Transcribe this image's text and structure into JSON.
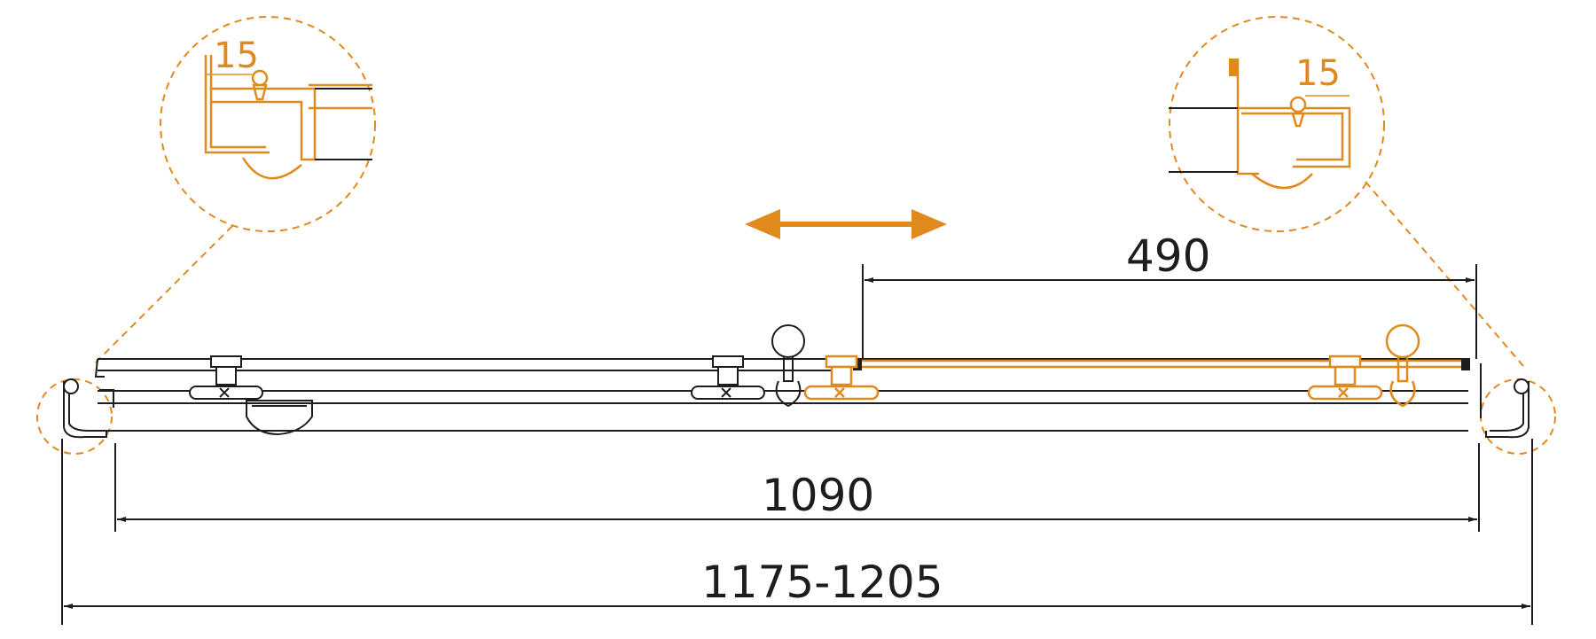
{
  "colors": {
    "accent": "#e08a1e",
    "line": "#1d1d1b",
    "background": "#ffffff"
  },
  "dimensions": {
    "top_opening": "490",
    "inner_width": "1090",
    "overall_range": "1175-1205"
  },
  "details": {
    "left_offset": "15",
    "right_offset": "15"
  },
  "icons": {
    "motion": "double-arrow-icon",
    "knob": "round-knob-icon"
  }
}
